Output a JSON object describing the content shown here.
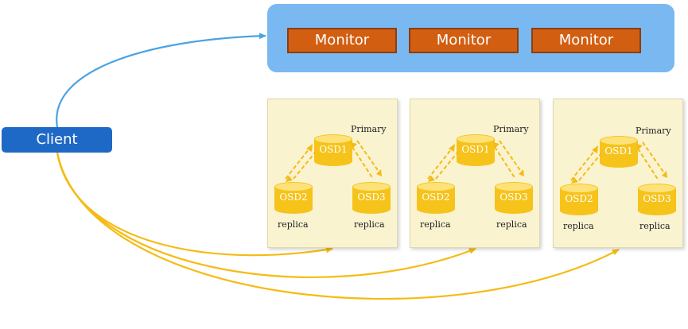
{
  "colors": {
    "monitor_panel": "#7ab8f2",
    "monitor_box": "#d25e12",
    "client_box": "#1f69c6",
    "osd_panel": "#faf3d0",
    "osd_cylinder": "#f6c31b",
    "osd_cylinder_top": "#fde27a",
    "client_to_monitor_arrow": "#4ba3e3",
    "client_to_osd_arrow": "#f5bb14"
  },
  "monitors": [
    {
      "label": "Monitor"
    },
    {
      "label": "Monitor"
    },
    {
      "label": "Monitor"
    }
  ],
  "client": {
    "label": "Client"
  },
  "osd_groups": [
    {
      "primary_label": "Primary",
      "osds": [
        {
          "label": "OSD1"
        },
        {
          "label": "OSD2"
        },
        {
          "label": "OSD3"
        }
      ],
      "replica_labels": [
        "replica",
        "replica"
      ]
    },
    {
      "primary_label": "Primary",
      "osds": [
        {
          "label": "OSD1"
        },
        {
          "label": "OSD2"
        },
        {
          "label": "OSD3"
        }
      ],
      "replica_labels": [
        "replica",
        "replica"
      ]
    },
    {
      "primary_label": "Primary",
      "osds": [
        {
          "label": "OSD1"
        },
        {
          "label": "OSD2"
        },
        {
          "label": "OSD3"
        }
      ],
      "replica_labels": [
        "replica",
        "replica"
      ]
    }
  ]
}
